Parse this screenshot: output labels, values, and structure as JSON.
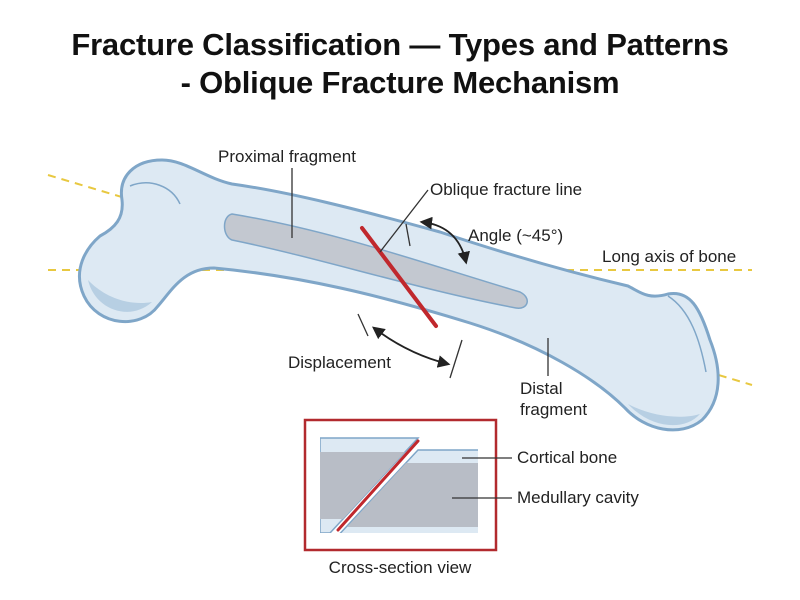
{
  "title": {
    "line1": "Fracture Classification — Types and Patterns",
    "line2": "- Oblique Fracture Mechanism"
  },
  "labels": {
    "proximal": "Proximal fragment",
    "oblique_line": "Oblique fracture line",
    "angle": "Angle (~45°)",
    "long_axis": "Long axis of bone",
    "displacement": "Displacement",
    "distal_1": "Distal",
    "distal_2": "fragment",
    "cortical": "Cortical bone",
    "medullary": "Medullary cavity",
    "cross_section": "Cross-section view"
  },
  "colors": {
    "bone_fill": "#dde9f3",
    "bone_outline": "#7fa6c8",
    "bone_shadow": "#b7cfe3",
    "marrow": "#c3c8d0",
    "fracture": "#c0282d",
    "axis_line": "#e8c840",
    "frame": "#b22a2e",
    "leader": "#333333"
  }
}
